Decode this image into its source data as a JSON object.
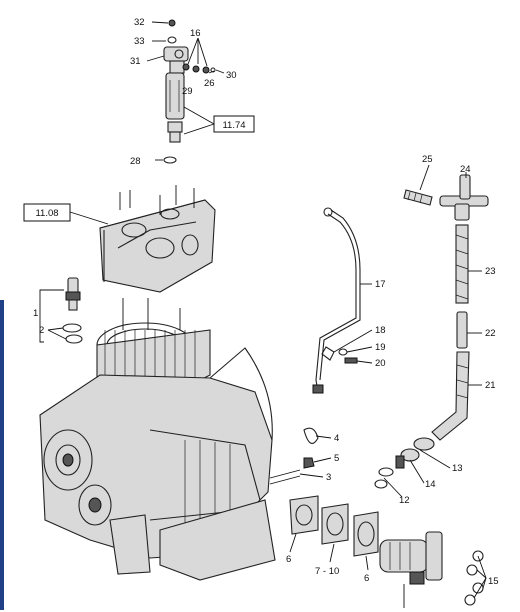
{
  "callouts": [
    {
      "id": "c32",
      "text": "32"
    },
    {
      "id": "c33",
      "text": "33"
    },
    {
      "id": "c31",
      "text": "31"
    },
    {
      "id": "c16",
      "text": "16"
    },
    {
      "id": "c29",
      "text": "29"
    },
    {
      "id": "c26",
      "text": "26"
    },
    {
      "id": "c30",
      "text": "30"
    },
    {
      "id": "c28",
      "text": "28"
    },
    {
      "id": "c25",
      "text": "25"
    },
    {
      "id": "c24",
      "text": "24"
    },
    {
      "id": "c17",
      "text": "17"
    },
    {
      "id": "c23",
      "text": "23"
    },
    {
      "id": "c1",
      "text": "1"
    },
    {
      "id": "c2",
      "text": "2"
    },
    {
      "id": "c18",
      "text": "18"
    },
    {
      "id": "c19",
      "text": "19"
    },
    {
      "id": "c20",
      "text": "20"
    },
    {
      "id": "c22",
      "text": "22"
    },
    {
      "id": "c21",
      "text": "21"
    },
    {
      "id": "c4",
      "text": "4"
    },
    {
      "id": "c5",
      "text": "5"
    },
    {
      "id": "c3",
      "text": "3"
    },
    {
      "id": "c13",
      "text": "13"
    },
    {
      "id": "c14",
      "text": "14"
    },
    {
      "id": "c12",
      "text": "12"
    },
    {
      "id": "c6a",
      "text": "6"
    },
    {
      "id": "c710",
      "text": "7 - 10"
    },
    {
      "id": "c6b",
      "text": "6"
    },
    {
      "id": "c15",
      "text": "15"
    }
  ],
  "references": {
    "r1174": "11.74",
    "r1108": "11.08"
  },
  "colors": {
    "line": "#111111",
    "sidebar": "#1f3f86"
  }
}
